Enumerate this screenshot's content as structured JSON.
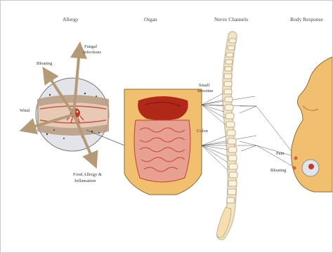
{
  "headers": {
    "allergy": "Allergy",
    "organ": "Organ",
    "nerve_channels": "Nerve Channels",
    "body_response": "Body Response"
  },
  "labels": {
    "bloating_left": "Bloating",
    "fungal_line1": "Fungal",
    "fungal_line2": "Infections",
    "wind": "Wind",
    "food_allergy_line1": "Food Allergy &",
    "food_allergy_line2": "Inflamation",
    "small_intestine_line1": "Small",
    "small_intestine_line2": "Intestine",
    "colon": "Colon",
    "pain": "Pain",
    "bloating_right": "Bloating"
  },
  "colors": {
    "skin": "#f0c070",
    "skin_outline": "#8a6a30",
    "arrow": "#b59a78",
    "gut": "#e8a090",
    "gut_dark": "#c04030",
    "liver": "#b02818",
    "vertebra": "#f3e6c4",
    "nerve_line": "#555555",
    "circle_fill": "#e2e4ea"
  }
}
